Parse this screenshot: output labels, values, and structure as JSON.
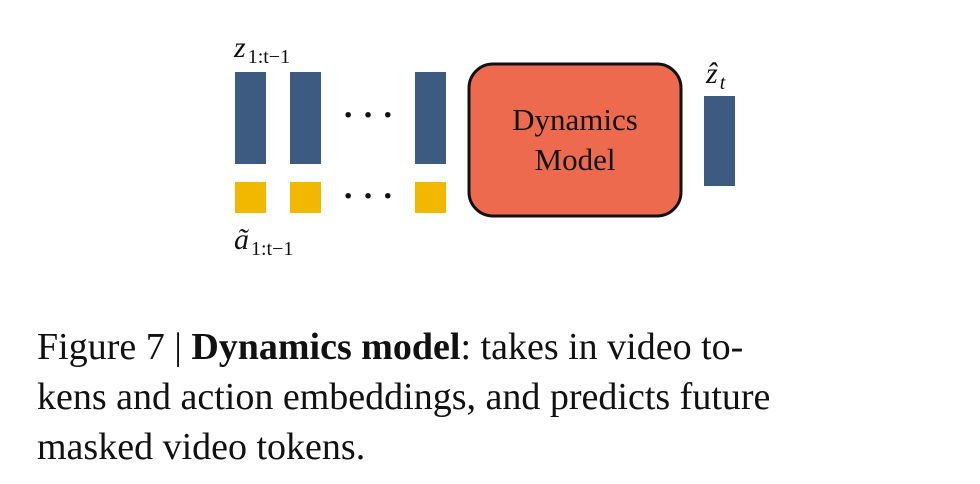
{
  "diagram": {
    "latent_label": {
      "base": "z",
      "sub": "1:t−1"
    },
    "action_label": {
      "base": "ã",
      "sub": "1:t−1"
    },
    "output_label": {
      "base": "ẑ",
      "sub": "t"
    },
    "ellipsis": "· · ·",
    "model_box": {
      "line1": "Dynamics",
      "line2": "Model"
    },
    "colors": {
      "latent_token": "#3d5a80",
      "action_token": "#f2b800",
      "model_fill": "#ee6a4f",
      "model_stroke": "#111111"
    }
  },
  "caption": {
    "figure_number": "Figure 7 | ",
    "bold_title": "Dynamics model",
    "line1_rest": ": takes in video to-",
    "line2": "kens and action embeddings, and predicts future",
    "line3": "masked video tokens."
  }
}
